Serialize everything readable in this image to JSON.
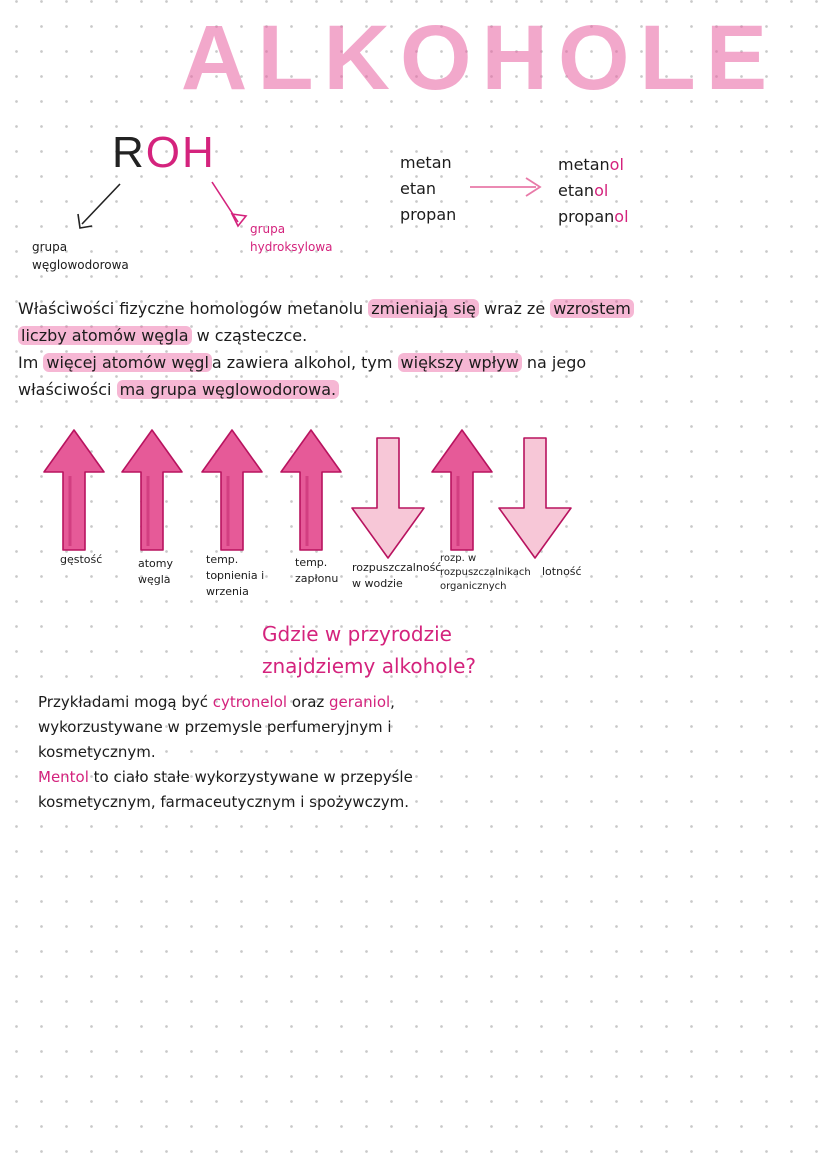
{
  "title": "ALKOHOLE",
  "formula": {
    "r": "R",
    "oh": "OH"
  },
  "group_labels": {
    "left_line1": "grupa",
    "left_line2": "węglowodorowa",
    "right_line1": "grupa",
    "right_line2": "hydroksylowa"
  },
  "alkanes": [
    "metan",
    "etan",
    "propan"
  ],
  "alcohols": [
    {
      "stem": "metan",
      "suffix": "ol"
    },
    {
      "stem": "etan",
      "suffix": "ol"
    },
    {
      "stem": "propan",
      "suffix": "ol"
    }
  ],
  "paragraph": {
    "p1": "Właściwości fizyczne homologów metanolu ",
    "h1": "zmieniają się",
    "p2": " wraz ze ",
    "h2": "wzrostem liczby atomów węgla",
    "p3": " w cząsteczce.",
    "p4": "Im ",
    "h3": "więcej atomów węgl",
    "p5": "a zawiera alkohol, tym ",
    "h4": "większy wpływ",
    "p6": " na jego właściwości ",
    "h5": "ma grupa węglowodorowa."
  },
  "properties": [
    {
      "label": "gęstość",
      "direction": "up"
    },
    {
      "label": "atomy węgla",
      "direction": "up"
    },
    {
      "label": "temp. topnienia i wrzenia",
      "direction": "up"
    },
    {
      "label": "temp. zapłonu",
      "direction": "up"
    },
    {
      "label": "rozpuszczalność w wodzie",
      "direction": "down"
    },
    {
      "label": "rozp. w rozpuszczalnikach organicznych",
      "direction": "up"
    },
    {
      "label": "lotność",
      "direction": "down"
    }
  ],
  "question": {
    "line1": "Gdzie w przyrodzie",
    "line2": "znajdziemy alkohole?"
  },
  "examples": {
    "t1": "Przykładami mogą być ",
    "e1": "cytronelol",
    "t2": " oraz ",
    "e2": "geraniol",
    "t3": ", wykorzustywane w przemysle perfumeryjnym i kosmetycznym.",
    "e3": "Mentol",
    "t4": " to ciało stałe wykorzystywane w przepyśle kosmetycznym, farmaceutycznym i spożywczym."
  },
  "colors": {
    "accent": "#d4237d",
    "arrow_up_fill": "#e65a98",
    "arrow_down_fill": "#f7c7d7",
    "highlight": "#ec60a0"
  }
}
